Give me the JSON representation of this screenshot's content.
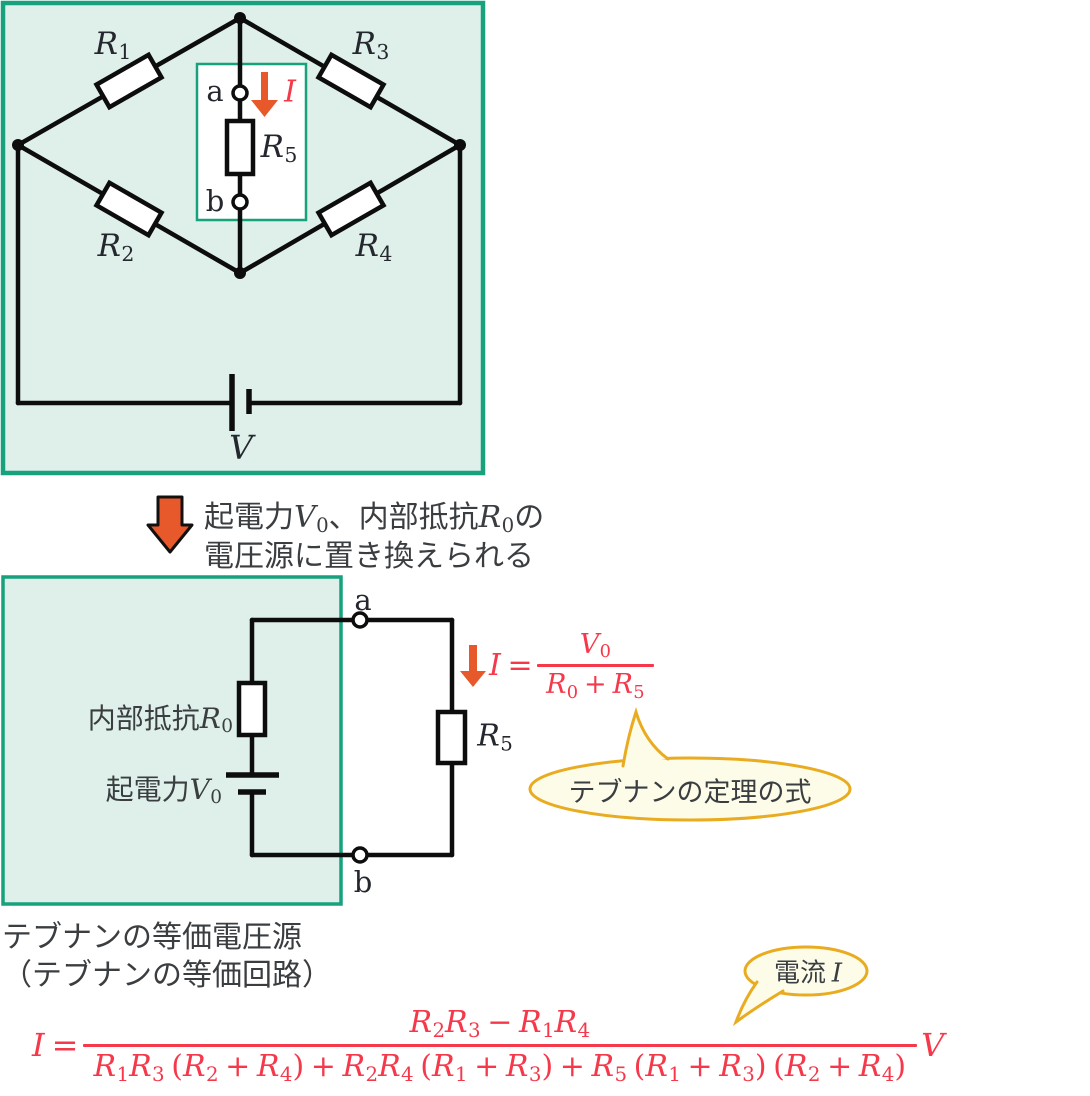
{
  "colors": {
    "box_fill": "#def0e9",
    "box_border": "#17a17d",
    "wire": "#0d0d0d",
    "formula_red": "#f5394b",
    "arrow_orange": "#e7592a",
    "bubble_border": "#e9ab1f",
    "bubble_fill": "#fdfce9",
    "text_dark": "#3a3e41"
  },
  "circuit1": {
    "labels": {
      "r1": "R_1",
      "r2": "R_2",
      "r3": "R_3",
      "r4": "R_4",
      "r5": "R_5",
      "node_a": "a",
      "node_b": "b",
      "current": "I",
      "source": "V"
    }
  },
  "transition": {
    "line1": "起電力V_0、内部抵抗R_0の",
    "line2": "電圧源に置き換えられる"
  },
  "circuit2": {
    "labels": {
      "node_a": "a",
      "node_b": "b",
      "internal_resistance": "内部抵抗R_0",
      "emf": "起電力V_0",
      "r5": "R_5"
    },
    "formula": {
      "lhs": "I =",
      "numerator": "V_0",
      "denominator": "R_0 + R_5"
    },
    "bubble": "テブナンの定理の式"
  },
  "caption": {
    "line1": "テブナンの等価電圧源",
    "line2": "（テブナンの等価回路）"
  },
  "current_bubble": "電流 I",
  "main_formula": {
    "lhs": "I =",
    "numerator": "R_2R_3 − R_1R_4",
    "denominator": "R_1R_3 (R_2 + R_4) + R_2R_4 (R_1 + R_3) + R_5 (R_1 + R_3) (R_2 + R_4)",
    "rhs": "V"
  }
}
